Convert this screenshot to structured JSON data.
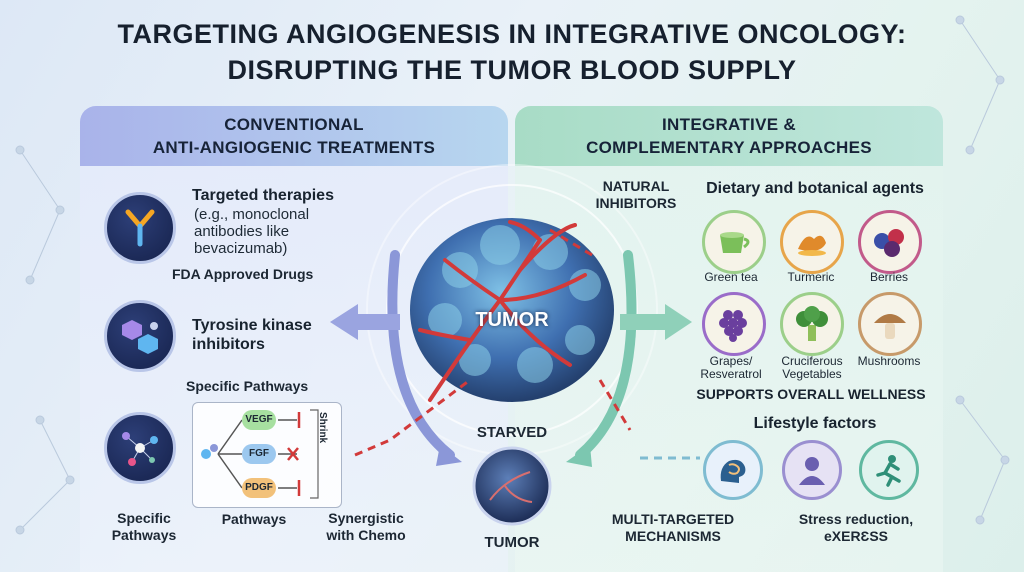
{
  "title": {
    "line1": "TARGETING ANGIOGENESIS IN INTEGRATIVE ONCOLOGY:",
    "line2": "DISRUPTING THE TUMOR BLOOD SUPPLY"
  },
  "left_panel": {
    "header_line1": "CONVENTIONAL",
    "header_line2": "ANTI-ANGIOGENIC TREATMENTS",
    "targeted": {
      "title": "Targeted therapies",
      "detail_line1": "(e.g., monoclonal",
      "detail_line2": "antibodies like",
      "detail_line3": "bevacizumab)",
      "caption": "FDA Approved Drugs"
    },
    "tki": {
      "title_line1": "Tyrosine kinase",
      "title_line2": "inhibitors",
      "caption": "Specific Pathways"
    },
    "pathways": {
      "pill_vegf": "VEGF",
      "pill_fgf": "FGF",
      "pill_pdgf": "PDGF",
      "shrink_label": "Shrink"
    },
    "bottom_captions": {
      "specific_line1": "Specific",
      "specific_line2": "Pathways",
      "pathways": "Pathways",
      "synergy_line1": "Synergistic",
      "synergy_line2": "with Chemo"
    }
  },
  "center": {
    "tumor_label": "TUMOR",
    "starved_label": "STARVED",
    "small_tumor_label": "TUMOR"
  },
  "right_panel": {
    "header_line1": "INTEGRATIVE &",
    "header_line2": "COMPLEMENTARY APPROACHES",
    "natural_line1": "NATURAL",
    "natural_line2": "INHIBITORS",
    "dietary_title": "Dietary and botanical agents",
    "foods": {
      "green_tea": "Green tea",
      "turmeric": "Turmeric",
      "berries": "Berries",
      "grapes_line1": "Grapes/",
      "grapes_line2": "Resveratrol",
      "cruciferous_line1": "Cruciferous",
      "cruciferous_line2": "Vegetables",
      "mushrooms": "Mushrooms"
    },
    "wellness": "SUPPORTS OVERALL WELLNESS",
    "lifestyle_title": "Lifestyle factors",
    "multi_line1": "MULTI-TARGETED",
    "multi_line2": "MECHANISMS",
    "stress_line1": "Stress reduction,",
    "stress_line2": "eXERƐSS"
  },
  "colors": {
    "left_accent": "#a9b3ea",
    "right_accent": "#a8dcc6",
    "vessel_red": "#d23a3a",
    "tumor_blue": "#3f6fb0"
  }
}
